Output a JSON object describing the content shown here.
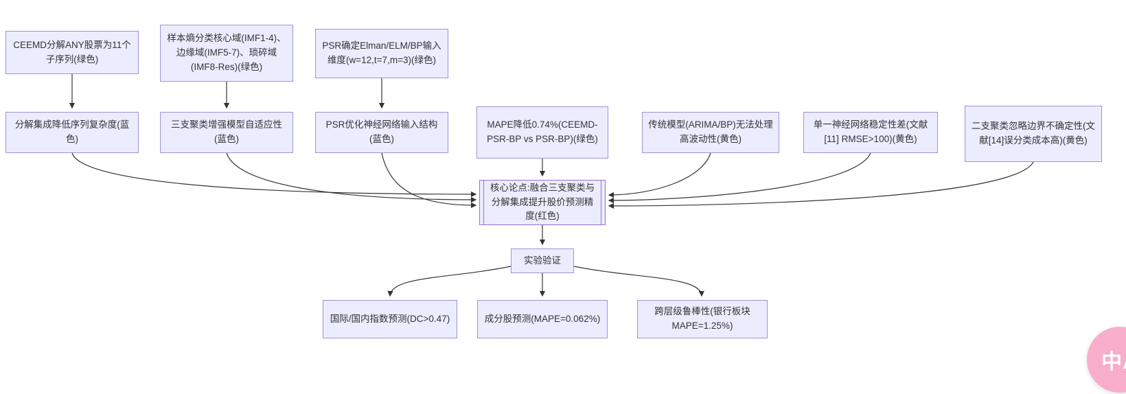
{
  "diagram": {
    "nodes": {
      "a1": {
        "text": "CEEMD分解ANY股票为11个子序列(绿色)"
      },
      "a2": {
        "text": "样本熵分类核心域(IMF1-4)、边缘域(IMF5-7)、琐碎域(IMF8-Res)(绿色)"
      },
      "a3": {
        "text": "PSR确定Elman/ELM/BP输入维度(w=12,t=7,m=3)(绿色)"
      },
      "b1": {
        "text": "分解集成降低序列复杂度(蓝色)"
      },
      "b2": {
        "text": "三支聚类增强模型自适应性(蓝色)"
      },
      "b3": {
        "text": "PSR优化神经网络输入结构(蓝色)"
      },
      "b4": {
        "text": "MAPE降低0.74%(CEEMD-PSR-BP vs PSR-BP)(绿色)"
      },
      "b5": {
        "text": "传统模型(ARIMA/BP)无法处理高波动性(黄色)"
      },
      "b6": {
        "text": "单一神经网络稳定性差(文献[11] RMSE>100)(黄色)"
      },
      "b7": {
        "text": "二支聚类忽略边界不确定性(文献[14]误分类成本高)(黄色)"
      },
      "core": {
        "text": "核心论点:融合三支聚类与分解集成提升股价预测精度(红色)"
      },
      "exp": {
        "text": "实验验证"
      },
      "c1": {
        "text": "国际/国内指数预测(DC>0.47)"
      },
      "c2": {
        "text": "成分股预测(MAPE=0.062%)"
      },
      "c3": {
        "text": "跨层级鲁棒性(银行板块MAPE=1.25%)"
      }
    },
    "edges": [
      {
        "from": "a1",
        "to": "b1"
      },
      {
        "from": "a2",
        "to": "b2"
      },
      {
        "from": "a3",
        "to": "b3"
      },
      {
        "from": "b1",
        "to": "core"
      },
      {
        "from": "b2",
        "to": "core"
      },
      {
        "from": "b3",
        "to": "core"
      },
      {
        "from": "b4",
        "to": "core"
      },
      {
        "from": "b5",
        "to": "core"
      },
      {
        "from": "b6",
        "to": "core"
      },
      {
        "from": "b7",
        "to": "core"
      },
      {
        "from": "core",
        "to": "exp"
      },
      {
        "from": "exp",
        "to": "c1"
      },
      {
        "from": "exp",
        "to": "c2"
      },
      {
        "from": "exp",
        "to": "c3"
      }
    ]
  },
  "colors": {
    "node_fill": "#ECECFF",
    "node_border": "#9C93D6",
    "core_border": "#9370DB",
    "edge": "#333333",
    "badge_bg": "#F8AECB",
    "badge_text": "#FFFFFF"
  },
  "badge": {
    "label": "中A"
  }
}
